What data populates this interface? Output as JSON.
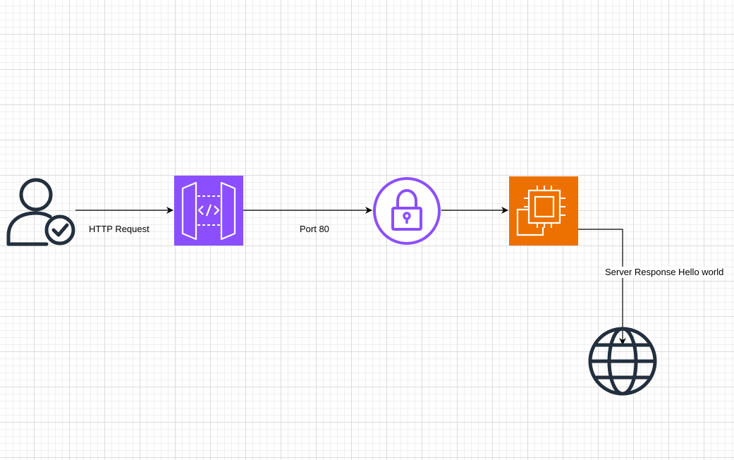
{
  "edges": {
    "http_request": "HTTP Request",
    "port": "Port 80",
    "server_response": "Server Response Hello world"
  },
  "nodes": [
    {
      "name": "user-icon",
      "icon": "user-check-icon",
      "color": "#232F3E"
    },
    {
      "name": "api-gateway-icon",
      "icon": "api-gateway-icon",
      "color": "#8C4FFF"
    },
    {
      "name": "security-group-icon",
      "icon": "lock-icon",
      "color": "#8C4FFF"
    },
    {
      "name": "ec2-instance-icon",
      "icon": "ec2-chip-icon",
      "color": "#ED7100"
    },
    {
      "name": "internet-icon",
      "icon": "globe-icon",
      "color": "#232F3E"
    }
  ],
  "colors": {
    "grid": "#dcdcdc",
    "connector": "#000000",
    "dark_icon": "#232F3E",
    "purple": "#8C4FFF",
    "orange": "#ED7100"
  }
}
